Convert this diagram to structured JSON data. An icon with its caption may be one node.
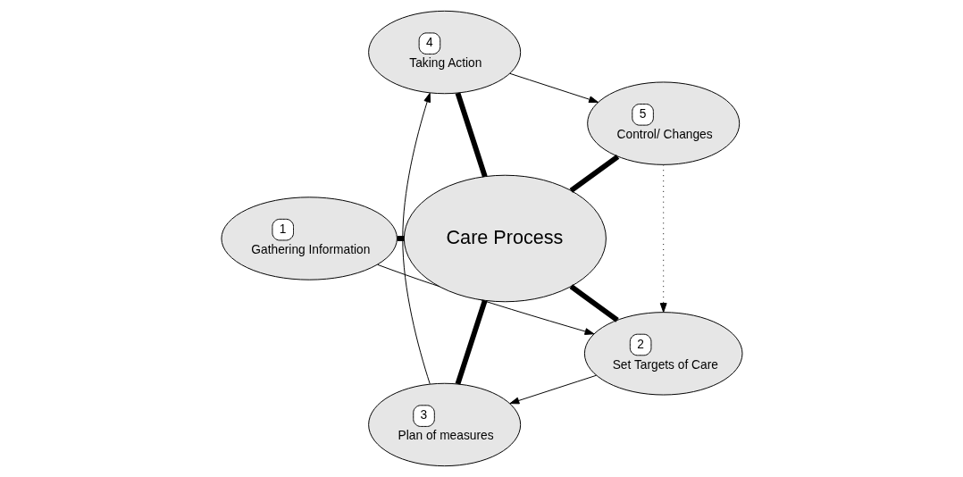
{
  "diagram": {
    "nodes": [
      {
        "text": [
          "5",
          "Control/ Changes"
        ]
      },
      {
        "text": [
          "4",
          "Taking Action"
        ]
      },
      {
        "text": [
          "1",
          "Gathering Information"
        ]
      },
      {
        "text": [
          "Care Process"
        ]
      },
      {
        "text": [
          "3",
          "Plan of measures"
        ]
      },
      {
        "text": [
          "2",
          "Set Targets of Care"
        ]
      }
    ],
    "edges": [
      {
        "from": 3,
        "to": 0,
        "arrow": "none",
        "style": "thick"
      },
      {
        "from": 3,
        "to": 1,
        "arrow": "none",
        "style": "thick"
      },
      {
        "from": 3,
        "to": 2,
        "arrow": "none",
        "style": "thick"
      },
      {
        "from": 3,
        "to": 4,
        "arrow": "none",
        "style": "thick"
      },
      {
        "from": 3,
        "to": 5,
        "arrow": "none",
        "style": "thick"
      },
      {
        "from": 2,
        "to": 5,
        "arrow": "to"
      },
      {
        "from": 5,
        "to": 4,
        "arrow": "to"
      },
      {
        "from": 4,
        "to": 1,
        "arrow": "to"
      },
      {
        "from": 1,
        "to": 0,
        "arrow": "to"
      },
      {
        "from": 0,
        "to": 5,
        "arrow": "to",
        "style": "dashed"
      }
    ]
  }
}
